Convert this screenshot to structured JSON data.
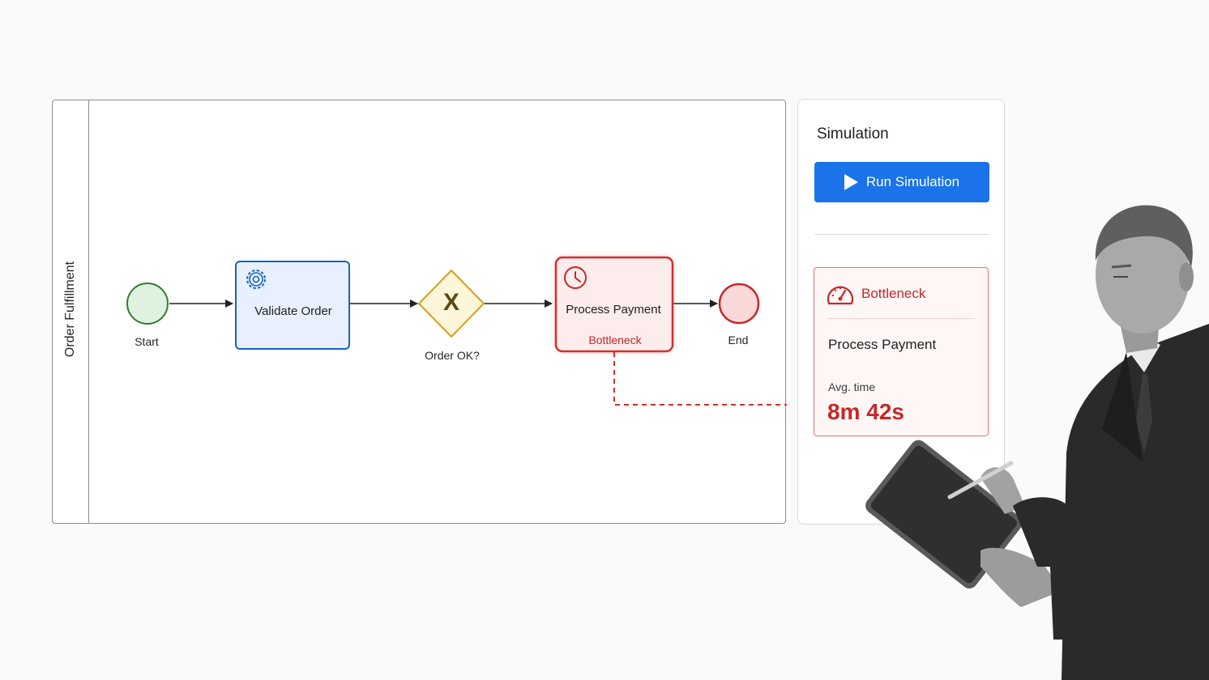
{
  "lane": {
    "label": "Order Fulfillment"
  },
  "nodes": {
    "start": {
      "label": "Start"
    },
    "validate": {
      "label": "Validate Order"
    },
    "gateway": {
      "symbol": "X",
      "label": "Order OK?"
    },
    "payment": {
      "label": "Process Payment",
      "tag": "Bottleneck"
    },
    "end": {
      "label": "End"
    }
  },
  "panel": {
    "title": "Simulation",
    "run_label": "Run Simulation",
    "bottleneck": {
      "title": "Bottleneck",
      "task": "Process Payment",
      "avg_label": "Avg. time",
      "avg_value": "8m 42s"
    }
  },
  "colors": {
    "accent": "#1a73e8",
    "bottleneck": "#c62828",
    "start": "#2e7d32",
    "task": "#1565c0",
    "gateway": "#d4a017"
  }
}
